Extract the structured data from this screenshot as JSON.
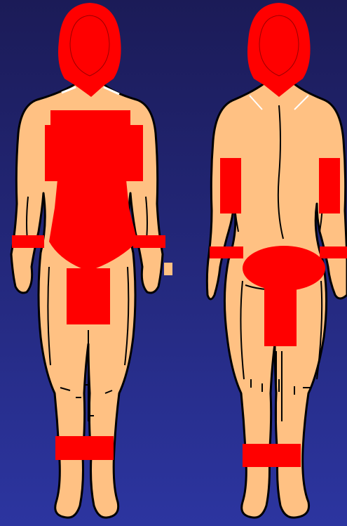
{
  "colors": {
    "background_top": "#1b1b57",
    "background_bottom": "#2c35a0",
    "skin": "#ffc183",
    "highlight": "#ff0000",
    "outline": "#000000"
  },
  "figures": [
    {
      "view": "front",
      "highlighted_regions": [
        "head",
        "chest",
        "torso-front",
        "left-wrist",
        "right-wrist",
        "groin-thighs",
        "ankles"
      ]
    },
    {
      "view": "back",
      "highlighted_regions": [
        "head",
        "left-upper-arm",
        "right-upper-arm",
        "left-wrist",
        "right-wrist",
        "buttocks",
        "back-thighs",
        "ankles"
      ]
    }
  ]
}
